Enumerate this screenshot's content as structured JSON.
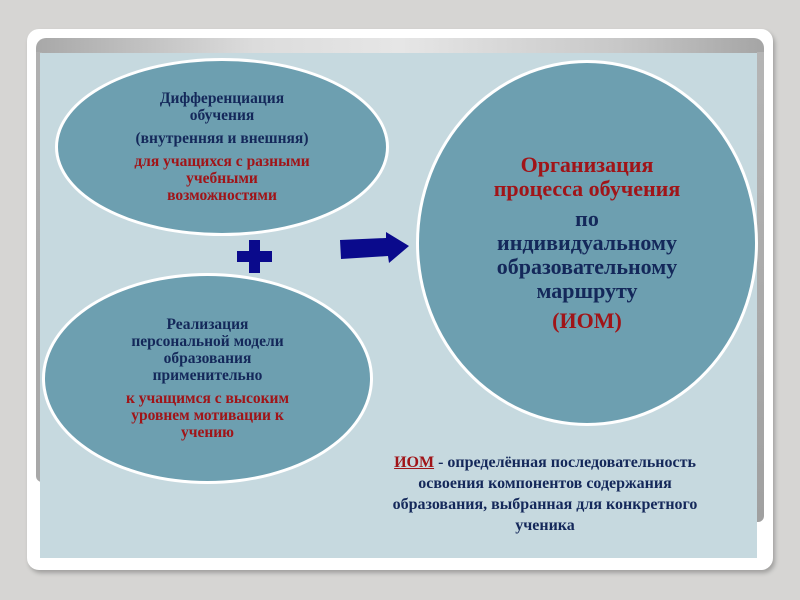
{
  "slide": {
    "colors": {
      "background": "#d6d5d3",
      "content_bg": "#c6d9df",
      "shape_fill": "#6d9fb0",
      "navy_text": "#14285a",
      "red_text": "#a01418",
      "icon_blue": "#0a0a8c"
    },
    "ellipse_top": {
      "line1": "Дифференциация",
      "line2": "обучения",
      "line3": "(внутренняя и внешняя)",
      "red1": "для учащихся с разными",
      "red2": "учебными",
      "red3": "возможностями"
    },
    "ellipse_bottom": {
      "line1": "Реализация",
      "line2": "персональной модели",
      "line3": "образования",
      "line4": "применительно",
      "red1": "к учащимся с высоким",
      "red2": "уровнем мотивации к",
      "red3": "учению"
    },
    "circle": {
      "red1": "Организация",
      "red2": "процесса обучения",
      "line1": "по",
      "line2": "индивидуальному",
      "line3": "образовательному",
      "line4": "маршруту",
      "abbr": "(ИОМ)"
    },
    "icons": {
      "plus": "plus-icon",
      "arrow": "right-arrow-icon"
    },
    "definition": {
      "term": "ИОМ",
      "text_line1": " - определённая последовательность",
      "text_line2": "освоения компонентов содержания",
      "text_line3": "образования,  выбранная для конкретного",
      "text_line4": "ученика"
    }
  }
}
